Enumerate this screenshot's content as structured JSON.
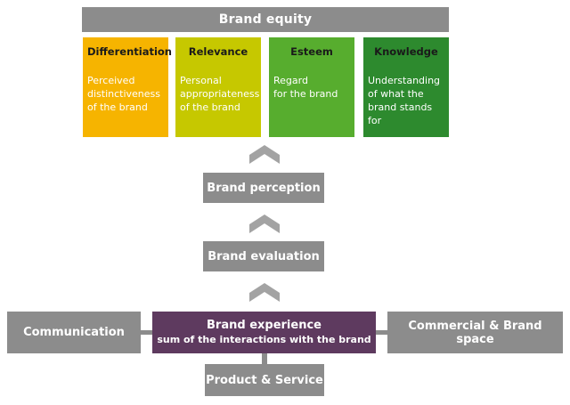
{
  "colors": {
    "gray": "#8c8c8c",
    "differentiation": "#f6b400",
    "relevance": "#c6c800",
    "esteem": "#57ad2e",
    "knowledge": "#2d8a2e",
    "experience": "#5e3a5f"
  },
  "brand_equity": "Brand equity",
  "pillars": [
    {
      "title": "Differentiation",
      "desc": "Perceived\ndistinctiveness\nof the brand"
    },
    {
      "title": "Relevance",
      "desc": "Personal\nappropriateness\nof the brand"
    },
    {
      "title": "Esteem",
      "desc": "Regard\nfor the brand"
    },
    {
      "title": "Knowledge",
      "desc": "Understanding\nof what the\nbrand stands for"
    }
  ],
  "brand_perception": "Brand perception",
  "brand_evaluation": "Brand evaluation",
  "brand_experience": {
    "title": "Brand experience",
    "subtitle": "sum of the interactions with the brand"
  },
  "communication": "Communication",
  "commercial_brand_space": "Commercial & Brand space",
  "product_service": "Product & Service"
}
